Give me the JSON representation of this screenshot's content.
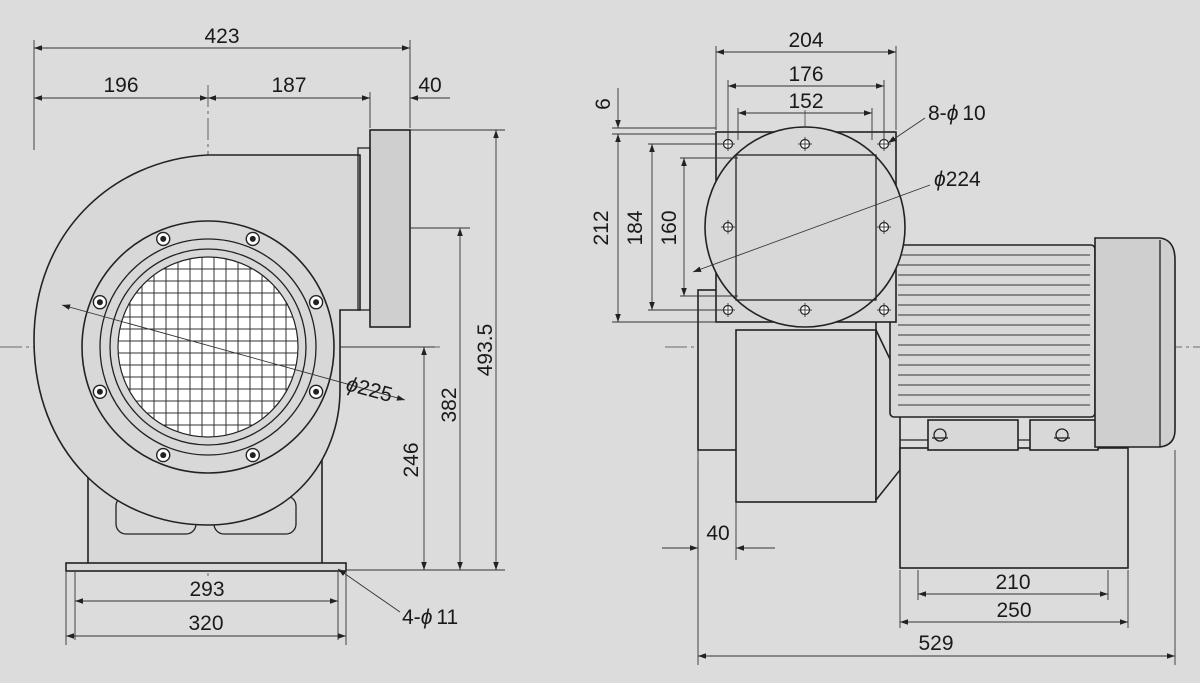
{
  "front_view": {
    "dims": {
      "overall_width": "423",
      "left_width": "196",
      "right_width": "187",
      "outlet_depth": "40",
      "overall_height": "493.5",
      "outlet_center_height": "382",
      "inlet_center_height": "246",
      "inlet_diameter": "225",
      "base_hole_spacing": "293",
      "base_width": "320",
      "base_holes": "4-",
      "base_hole_size": "11"
    }
  },
  "side_view": {
    "dims": {
      "flange_width": "204",
      "flange_hole_spacing_outer": "176",
      "flange_hole_spacing_inner": "152",
      "flange_thickness": "6",
      "flange_holes": "8-",
      "flange_hole_size": "10",
      "outlet_diameter": "224",
      "flange_height": "212",
      "height_184": "184",
      "height_160": "160",
      "outlet_offset": "40",
      "motor_base_hole_spacing": "210",
      "motor_base_width": "250",
      "overall_length": "529"
    }
  },
  "symbols": {
    "diameter": "ϕ"
  }
}
